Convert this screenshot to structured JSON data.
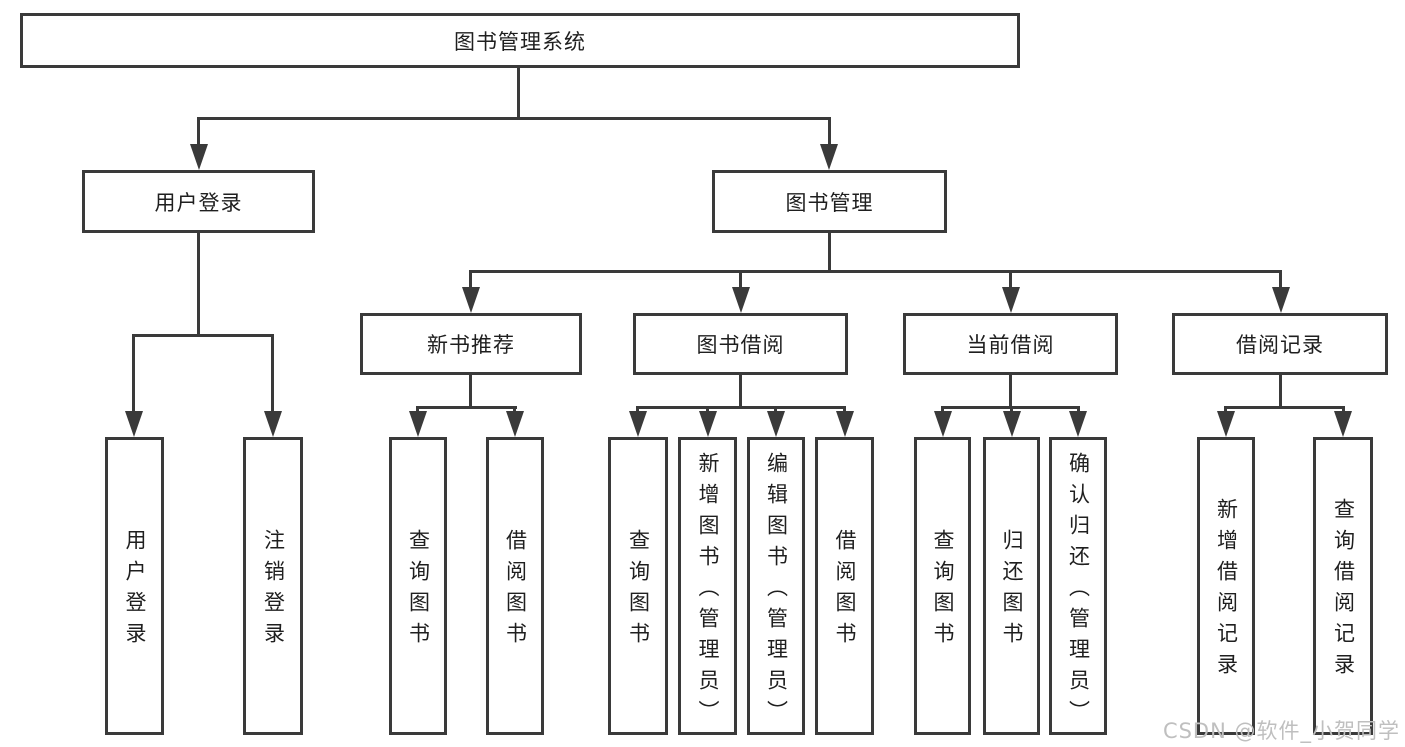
{
  "diagram_type": "function-structure-tree",
  "tree": {
    "label": "图书管理系统",
    "children": [
      {
        "label": "用户登录",
        "children": [
          {
            "label": "用户登录"
          },
          {
            "label": "注销登录"
          }
        ]
      },
      {
        "label": "图书管理",
        "children": [
          {
            "label": "新书推荐",
            "children": [
              {
                "label": "查询图书"
              },
              {
                "label": "借阅图书"
              }
            ]
          },
          {
            "label": "图书借阅",
            "children": [
              {
                "label": "查询图书"
              },
              {
                "label": "新增图书（管理员）"
              },
              {
                "label": "编辑图书（管理员）"
              },
              {
                "label": "借阅图书"
              }
            ]
          },
          {
            "label": "当前借阅",
            "children": [
              {
                "label": "查询图书"
              },
              {
                "label": "归还图书"
              },
              {
                "label": "确认归还（管理员）"
              }
            ]
          },
          {
            "label": "借阅记录",
            "children": [
              {
                "label": "新增借阅记录"
              },
              {
                "label": "查询借阅记录"
              }
            ]
          }
        ]
      }
    ]
  },
  "watermark": "CSDN @软件_小贺同学",
  "colors": {
    "line": "#3a3a3a",
    "text": "#1f1f1f",
    "background": "#ffffff",
    "watermark": "#bfbfbf"
  }
}
